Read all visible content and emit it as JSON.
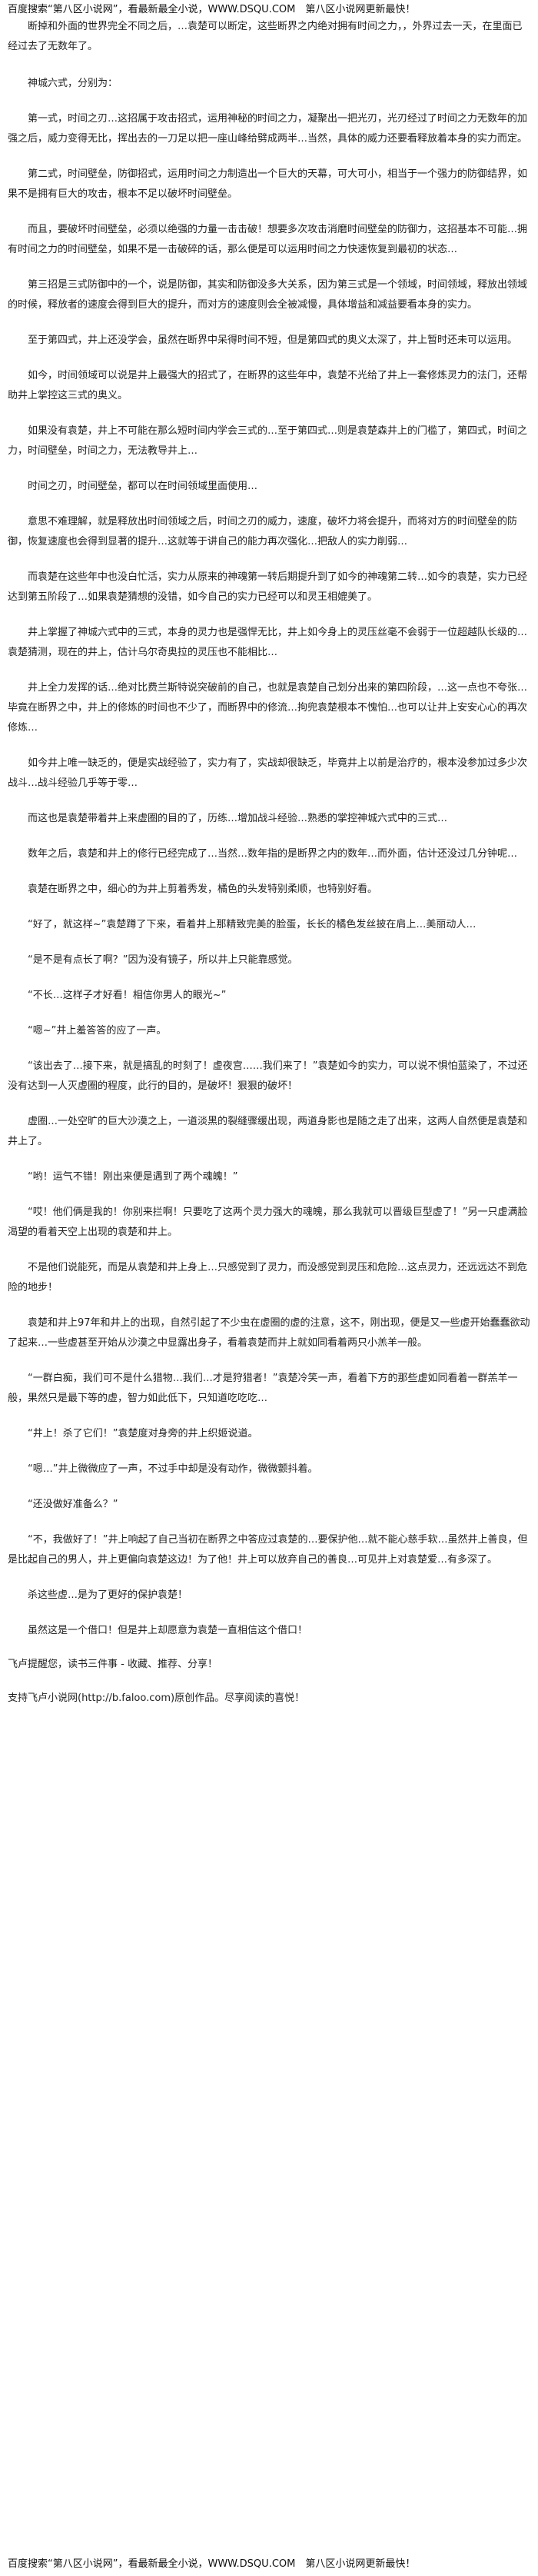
{
  "banner": "百度搜索“第八区小说网”，看最新最全小说，WWW.DSQU.COM　第八区小说网更新最快！",
  "paragraphs": [
    "断掉和外面的世界完全不同之后，…袁楚可以断定，这些断界之内绝对拥有时间之力，，外界过去一天，在里面已经过去了无数年了。",
    "神城六式，分别为：",
    "第一式，时间之刃…这招属于攻击招式，运用神秘的时间之力，凝聚出一把光刃，光刃经过了时间之力无数年的加强之后，威力变得无比，挥出去的一刀足以把一座山峰给劈成两半…当然，具体的威力还要看释放着本身的实力而定。",
    "第二式，时间壁垒，防御招式，运用时间之力制造出一个巨大的天幕，可大可小，相当于一个强力的防御结界，如果不是拥有巨大的攻击，根本不足以破坏时间壁垒。",
    "而且，要破坏时间壁垒，必须以绝强的力量一击击破！想要多次攻击消磨时间壁垒的防御力，这招基本不可能…拥有时间之力的时间壁垒，如果不是一击破碎的话，那么便是可以运用时间之力快速恢复到最初的状态…",
    "第三招是三式防御中的一个，说是防御，其实和防御没多大关系，因为第三式是一个领域，时间领域，释放出领域的时候，释放者的速度会得到巨大的提升，而对方的速度则会全被减慢，具体增益和减益要看本身的实力。",
    "至于第四式，井上还没学会，虽然在断界中呆得时间不短，但是第四式的奥义太深了，井上暂时还未可以运用。",
    "如今，时间领域可以说是井上最强大的招式了，在断界的这些年中，袁楚不光给了井上一套修炼灵力的法门，还帮助井上掌控这三式的奥义。",
    "如果没有袁楚，井上不可能在那么短时间内学会三式的…至于第四式…则是袁楚森井上的门槛了，第四式，时间之力，时间壁垒，时间之力，无法教导井上…",
    "时间之刃，时间壁垒，都可以在时间领域里面使用…",
    "意思不难理解，就是释放出时间领域之后，时间之刃的威力，速度，破坏力将会提升，而将对方的时间壁垒的防御，恢复速度也会得到显著的提升…这就等于讲自己的能力再次强化…把敌人的实力削弱…",
    "而袁楚在这些年中也没白忙活，实力从原来的神魂第一转后期提升到了如今的神魂第二转…如今的袁楚，实力已经达到第五阶段了…如果袁楚猜想的没错，如今自己的实力已经可以和灵王相媲美了。",
    "井上掌握了神城六式中的三式，本身的灵力也是强悍无比，井上如今身上的灵压丝毫不会弱于一位超越队长级的…袁楚猜测，现在的井上，估计乌尔奇奥拉的灵压也不能相比…",
    "井上全力发挥的话…绝对比费兰斯特说突破前的自己，也就是袁楚自己划分出来的第四阶段，…这一点也不夸张…毕竟在断界之中，井上的修炼的时间也不少了，而断界中的修流…拘兜袁楚根本不愧怕…也可以让井上安安心心的再次修炼…",
    "如今井上唯一缺乏的，便是实战经验了，实力有了，实战却很缺乏，毕竟井上以前是治疗的，根本没参加过多少次战斗…战斗经验几乎等于零…",
    "而这也是袁楚带着井上来虚圈的目的了，历练…增加战斗经验…熟悉的掌控神城六式中的三式…",
    "数年之后，袁楚和井上的修行已经完成了…当然…数年指的是断界之内的数年…而外面，估计还没过几分钟呢…",
    "袁楚在断界之中，细心的为井上剪着秀发，橘色的头发特别柔顺，也特别好看。",
    "“好了，就这样~”袁楚蹲了下来，看着井上那精致完美的脸蛋，长长的橘色发丝披在肩上…美丽动人…",
    "“是不是有点长了啊？”因为没有镜子，所以井上只能靠感觉。",
    "“不长…这样子才好看！相信你男人的眼光~”",
    "“嗯~”井上羞答答的应了一声。",
    "“该出去了…接下来，就是搞乱的时刻了！虚夜宫……我们来了！”袁楚如今的实力，可以说不惧怕蓝染了，不过还没有达到一人灭虚圈的程度，此行的目的，是破坏！狠狠的破坏！",
    "虚圈…一处空旷的巨大沙漠之上，一道淡黑的裂缝骤缓出现，两道身影也是随之走了出来，这两人自然便是袁楚和井上了。",
    "“哟！运气不错！刚出来便是遇到了两个魂魄！”",
    "“哎！他们俩是我的！你别来拦啊！只要吃了这两个灵力强大的魂魄，那么我就可以晋级巨型虚了！”另一只虚满脸渴望的看着天空上出现的袁楚和井上。",
    "不是他们说能死，而是从袁楚和井上身上…只感觉到了灵力，而没感觉到灵压和危险…这点灵力，还远远达不到危险的地步！",
    "袁楚和井上97年和井上的出现，自然引起了不少虫在虚圈的虚的注意，这不，刚出现，便是又一些虚开始蠢蠢欲动了起来…一些虚甚至开始从沙漠之中显露出身子，看着袁楚而井上就如同看着两只小羔羊一般。",
    "“一群白痴，我们可不是什么猎物…我们…才是狩猎者！”袁楚冷笑一声，看着下方的那些虚如同看着一群羔羊一般，果然只是最下等的虚，智力如此低下，只知道吃吃吃…",
    "“井上！杀了它们！”袁楚度对身旁的井上织姬说道。",
    "“嗯…”井上微微应了一声，不过手中却是没有动作，微微颤抖着。",
    "“还没做好准备么？”",
    "“不，我做好了！”井上响起了自己当初在断界之中答应过袁楚的…要保护他…就不能心慈手软…虽然井上善良，但是比起自己的男人，井上更偏向袁楚这边！为了他！井上可以放弃自己的善良…可见井上对袁楚爱…有多深了。",
    "杀这些虚…是为了更好的保护袁楚！",
    "虽然这是一个借口！但是井上却愿意为袁楚一直相信这个借口！"
  ],
  "footer": {
    "line1": "飞卢提醒您，读书三件事 - 收藏、推荐、分享！",
    "line2": "支持飞卢小说网(http://b.faloo.com)原创作品。尽享阅读的喜悦！"
  }
}
